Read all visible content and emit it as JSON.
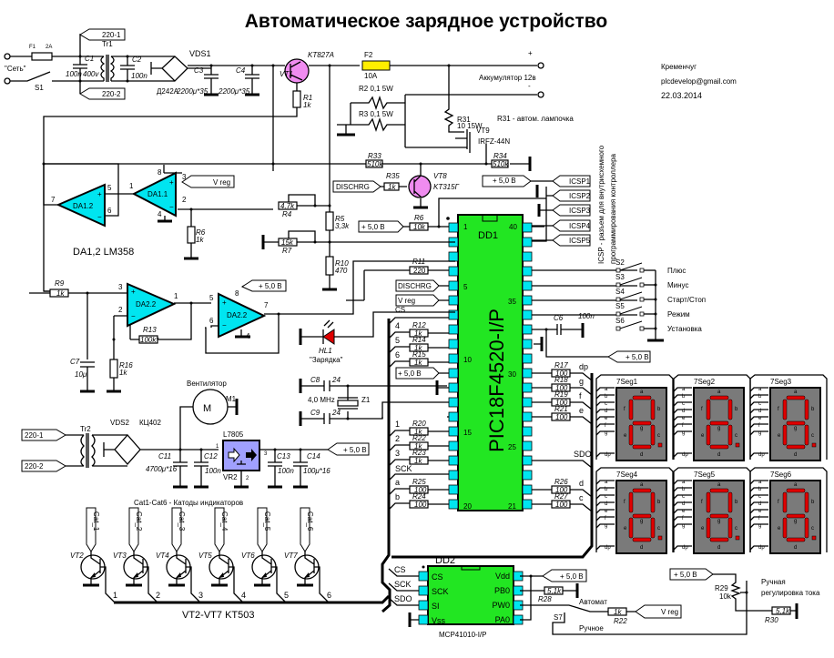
{
  "title": "Автоматическое зарядное устройство",
  "info": {
    "city": "Кременчуг",
    "email": "plcdevelop@gmail.com",
    "date": "22.03.2014"
  },
  "power_input": {
    "mains_label": "\"Сеть\"",
    "switch": "S1",
    "fuse": "F1",
    "fuse_rating": "2A",
    "transformer": "Tr1",
    "c1": "C1",
    "c1_val": "100n",
    "c1_volt": "400v",
    "c2": "C2",
    "c2_val": "100n",
    "tap1": "220-1",
    "tap2": "220-2",
    "bridge": "VDS1",
    "bridge_type": "Д242А",
    "c3": "C3",
    "c3_val": "2200μ*35",
    "c4": "C4",
    "c4_val": "2200μ*35"
  },
  "output_stage": {
    "vt1": "VT1",
    "vt1_type": "KT827A",
    "r1": "R1",
    "r1_val": "1k",
    "f2": "F2",
    "f2_val": "10A",
    "r2": "R2  0,1  5W",
    "r3": "R3  0,1  5W",
    "battery": "Аккумулятор 12в",
    "plus": "+",
    "minus": "-",
    "r31": "R31",
    "r31_val": "10 15W",
    "r31_note": "R31 - автом. лампочка",
    "vt9": "VT9",
    "vt9_type": "IRFZ-44N",
    "r33": "R33",
    "r33_val": "510k",
    "r34": "R34",
    "r34_val": "510k"
  },
  "discharge": {
    "flag": "DISCHRG",
    "r35": "R35",
    "r35_val": "1k",
    "vt8": "VT8",
    "vt8_type": "KT315Г"
  },
  "opamps": {
    "da11": "DA1.1",
    "da12": "DA1.2",
    "da21": "DA2.2",
    "da22": "DA2.2",
    "label": "DA1,2  LM358",
    "vreg": "V reg",
    "pins": {
      "p8": "8",
      "p3": "3",
      "p2": "2",
      "p4": "4",
      "p1": "1",
      "p5": "5",
      "p6": "6",
      "p7": "7"
    },
    "r4": "R4",
    "r4_val": "4.7k",
    "r5": "R5",
    "r5_val": "3,3k",
    "r6": "R6",
    "r6_val": "1k",
    "r7": "R7",
    "r7_val": "15k",
    "r10": "R10",
    "r10_val": "470",
    "r9": "R9",
    "r9_val": "1k",
    "r13": "R13",
    "r13_val": "100k*",
    "r16": "R16",
    "r16_val": "1k",
    "c7": "C7",
    "c7_val": "10μ",
    "plus5": "+ 5,0 В"
  },
  "led": {
    "name": "HL1",
    "label": "\"Зарядка\""
  },
  "mcu": {
    "name": "DD1",
    "type": "PIC18F4520-I/P",
    "pin_labels": {
      "p1": "1",
      "p5": "5",
      "p10": "10",
      "p15": "15",
      "p20": "20",
      "p21": "21",
      "p25": "25",
      "p30": "30",
      "p35": "35",
      "p40": "40"
    },
    "r6": "R6",
    "r6_val": "10k",
    "r11": "R11",
    "r11_val": "220",
    "left_nets": [
      "DISCHRG",
      "V reg",
      "CS",
      "4",
      "5",
      "6",
      "+ 5,0 В",
      "1",
      "2",
      "3",
      "SCK",
      "a",
      "b"
    ],
    "r12": "R12",
    "r14": "R14",
    "r15": "R15",
    "r20": "R20",
    "r22": "R22",
    "r23": "R23",
    "r_1k": "1k",
    "r25": "R25",
    "r24": "R24",
    "r_100": "100",
    "right_res": [
      "R17",
      "R18",
      "R19",
      "R21",
      "R26",
      "R27"
    ],
    "right_nets": [
      "dp",
      "g",
      "f",
      "e",
      "SDO",
      "d",
      "c"
    ],
    "c6": "C6",
    "c6_val": "100n",
    "c8": "C8",
    "c8_val": "24",
    "c9": "C9",
    "c9_val": "24",
    "xtal": "Z1",
    "xtal_val": "4,0 MHz"
  },
  "icsp": {
    "flags": [
      "ICSP1",
      "ICSP2",
      "ICSP3",
      "ICSP4",
      "ICSP5"
    ],
    "note1": "ICSP - разъем для внутрисхемного",
    "note2": "программирования контроллера"
  },
  "buttons": [
    {
      "id": "S2",
      "label": "Плюс"
    },
    {
      "id": "S3",
      "label": "Минус"
    },
    {
      "id": "S4",
      "label": "Старт/Стоп"
    },
    {
      "id": "S5",
      "label": "Режим"
    },
    {
      "id": "S6",
      "label": "Установка"
    }
  ],
  "displays": [
    {
      "name": "7Seg1"
    },
    {
      "name": "7Seg2"
    },
    {
      "name": "7Seg3"
    },
    {
      "name": "7Seg4"
    },
    {
      "name": "7Seg5"
    },
    {
      "name": "7Seg6"
    }
  ],
  "seg_pins": [
    "a",
    "b",
    "c",
    "d",
    "e",
    "f",
    "g",
    "dp"
  ],
  "psu2": {
    "fan_label": "Вентилятор",
    "motor": "M",
    "m1": "M1",
    "tr2": "Tr2",
    "bridge": "VDS2",
    "bridge_type": "КЦ402",
    "tap1": "220-1",
    "tap2": "220-2",
    "c11": "C11",
    "c11_val": "4700μ*16",
    "c12": "C12",
    "c12_val": "100n",
    "reg": "L7805",
    "vr2": "VR2",
    "pin1": "1",
    "pin2": "2",
    "pin3": "3",
    "c13": "C13",
    "c13_val": "100n",
    "c14": "C14",
    "c14_val": "100μ*16",
    "out": "+ 5,0 В"
  },
  "cathodes": {
    "note": "Cat1-Cat6  - Катоды индикаторов",
    "flags": [
      "Cat_1",
      "Cat_2",
      "Cat_3",
      "Cat_4",
      "Cat_5",
      "Cat_6"
    ],
    "transistors": [
      "VT2",
      "VT3",
      "VT4",
      "VT5",
      "VT6",
      "VT7"
    ],
    "nets": [
      "1",
      "2",
      "3",
      "4",
      "5",
      "6"
    ],
    "label": "VT2-VT7  KT503"
  },
  "pot": {
    "name": "DD2",
    "type": "MCP41010-I/P",
    "left_pins": [
      "CS",
      "SCK",
      "SI",
      "Vss"
    ],
    "right_pins": [
      "Vdd",
      "PB0",
      "PW0",
      "PA0"
    ],
    "left_nets": [
      "CS",
      "SCK",
      "SDO"
    ],
    "plus5": "+ 5,0 В",
    "r28": "R28",
    "r28_val": "5,1k",
    "auto": "Автомат",
    "manual": "Ручное",
    "s7": "S7",
    "r22": "R22",
    "r22_val": "1k",
    "vreg": "V reg"
  },
  "manual": {
    "plus5": "+ 5,0 В",
    "r29": "R29",
    "r29_val": "10k",
    "r30": "R30",
    "r30_val": "5,1k",
    "note1": "Ручная",
    "note2": "регулировка тока"
  },
  "colors": {
    "mcu": "#22e622",
    "pin": "#00e5f0",
    "opamp": "#00e5f0",
    "transistor": "#f08cf0",
    "fuse": "#ffee00",
    "led": "#e00000",
    "reg": "#a0a0ff",
    "display_bg": "#7a7a7a",
    "segment": "#e00000"
  }
}
